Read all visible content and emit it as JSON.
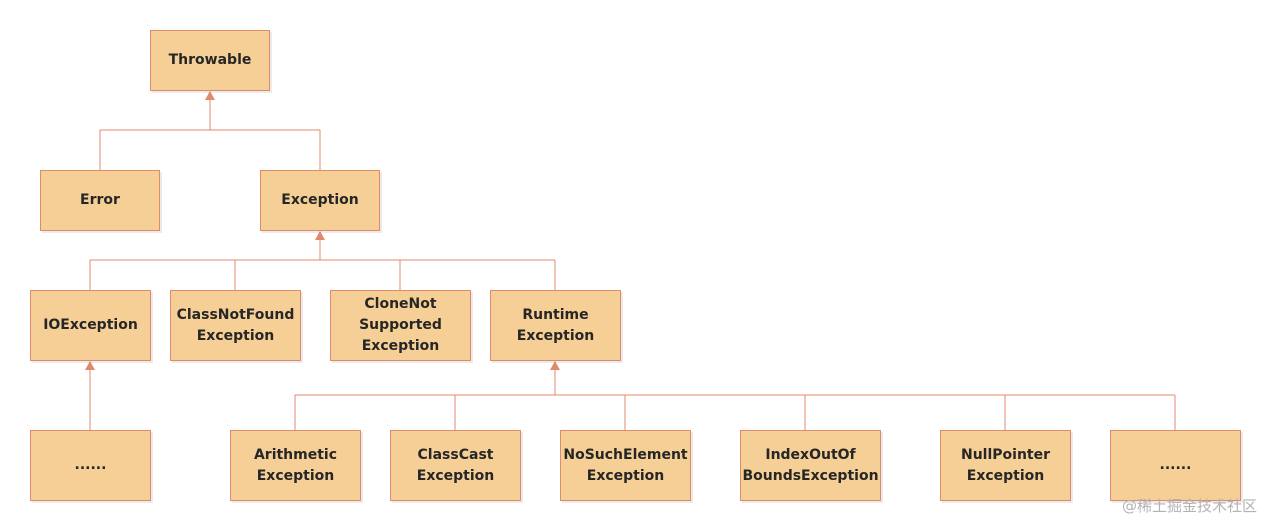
{
  "nodes": {
    "throwable": "Throwable",
    "error": "Error",
    "exception": "Exception",
    "io_exception": "IOException",
    "class_not_found": "ClassNotFound\nException",
    "clone_not_supported": "CloneNot\nSupported\nException",
    "runtime_exception": "Runtime\nException",
    "io_more": "......",
    "arithmetic": "Arithmetic\nException",
    "class_cast": "ClassCast\nException",
    "no_such_element": "NoSuchElement\nException",
    "index_out_of_bounds": "IndexOutOf\nBoundsException",
    "null_pointer": "NullPointer\nException",
    "runtime_more": "......"
  },
  "watermark": "@稀土掘金技术社区",
  "colors": {
    "box_fill": "#f5cf95",
    "box_border": "#e08a6c",
    "connector": "#e08a6c",
    "text": "#262626"
  }
}
